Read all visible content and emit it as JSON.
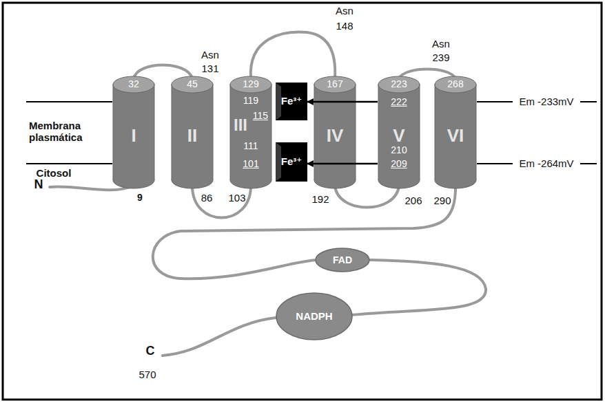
{
  "diagram": {
    "nodes": [
      {
        "text": [
          "32",
          "I"
        ]
      },
      {
        "text": [
          "45",
          "II"
        ]
      },
      {
        "text": [
          "129",
          "119",
          "115",
          "III",
          "111",
          "101"
        ]
      },
      {
        "text": [
          "Fe³⁺"
        ]
      },
      {
        "text": [
          "Fe³⁺"
        ]
      },
      {
        "text": [
          "167",
          "IV"
        ]
      },
      {
        "text": [
          "223",
          "222",
          "V",
          "210",
          "209"
        ]
      },
      {
        "text": [
          "268",
          "VI"
        ]
      },
      {
        "text": [
          "FAD"
        ]
      },
      {
        "text": [
          "NADPH"
        ]
      }
    ],
    "edges": [
      {
        "from": 6,
        "to": 3,
        "arrow": "to"
      },
      {
        "from": 6,
        "to": 4,
        "arrow": "to"
      }
    ],
    "labels": [
      "Asn",
      "131",
      "Asn",
      "148",
      "Asn",
      "239",
      "Em -233mV",
      "Em -264mV",
      "Membrana plasmática",
      "Citosol",
      "N",
      "9",
      "86",
      "103",
      "192",
      "206",
      "290",
      "C",
      "570"
    ]
  }
}
